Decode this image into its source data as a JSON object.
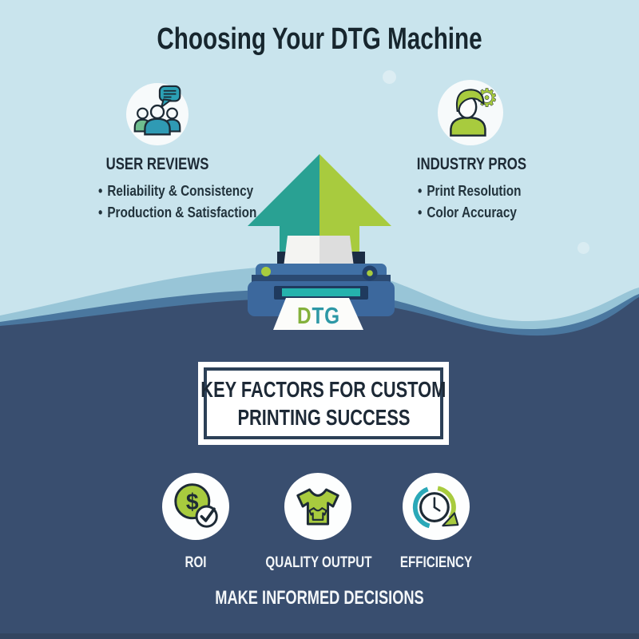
{
  "title": "Choosing Your DTG Machine",
  "ui": {
    "bullet_char": "•"
  },
  "features": [
    {
      "title": "USER REVIEWS",
      "icon": "people-chat-icon",
      "bullets": [
        "Reliability & Consistency",
        "Production & Satisfaction"
      ]
    },
    {
      "title": "INDUSTRY PROS",
      "icon": "person-gear-icon",
      "bullets": [
        "Print Resolution",
        "Color Accuracy"
      ]
    }
  ],
  "printer": {
    "letters": [
      {
        "ch": "D",
        "style": "fill:#84b13c"
      },
      {
        "ch": "T",
        "style": "fill:#2d98a6"
      },
      {
        "ch": "G",
        "style": "fill:#2d98a6"
      }
    ]
  },
  "key_factors": {
    "line1": "KEY FACTORS FOR CUSTOM",
    "line2": "PRINTING SUCCESS"
  },
  "factors": [
    {
      "label": "ROI",
      "icon": "dollar-check-icon",
      "symbol": "$"
    },
    {
      "label": "QUALITY OUTPUT",
      "icon": "tshirt-icon"
    },
    {
      "label": "EFFICIENCY",
      "icon": "clock-arrow-icon"
    }
  ],
  "footer": "MAKE INFORMED DECISIONS",
  "icons": {
    "gear_glyph": "⚙"
  },
  "colors": {
    "background_light": "#c9e4ed",
    "navy": "#394e6f",
    "wave_light": "#98c5d7",
    "wave_mid": "#4a779f",
    "teal_arrow": "#29a193",
    "teal_blue": "#2b9fb3",
    "lime": "#a8cb3e",
    "printer_blue": "#3c689d",
    "printer_dark": "#2b4a72",
    "slot_dark": "#1b2c44",
    "text_dark": "#1d2a35",
    "dtg_green": "#84b13c",
    "dtg_teal": "#2d98a6",
    "white": "#ffffff"
  }
}
